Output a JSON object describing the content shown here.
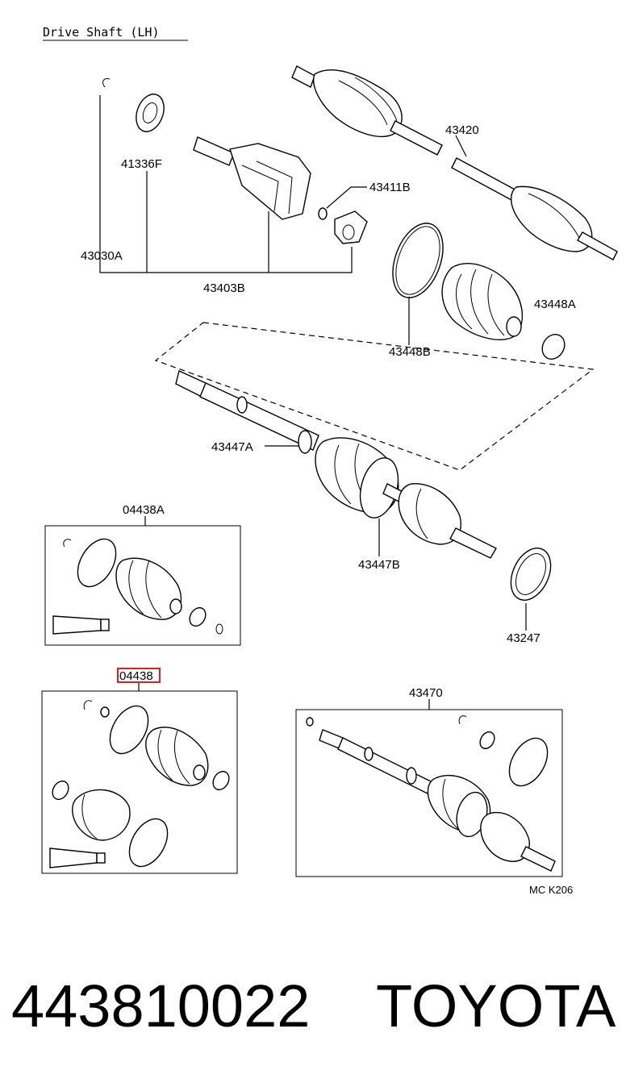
{
  "title": "Drive Shaft (LH)",
  "callouts": {
    "c43420": "43420",
    "c41336F": "41336F",
    "c43411B": "43411B",
    "c43030A": "43030A",
    "c43403B": "43403B",
    "c43448A": "43448A",
    "c43448B": "43448B",
    "c43447A": "43447A",
    "c43447B": "43447B",
    "c04438A": "04438A",
    "c04438": "04438",
    "c43470": "43470",
    "c43247": "43247"
  },
  "diagram_code": "MC K206",
  "part_number": "443810022",
  "brand": "TOYOTA",
  "highlight_color": "#e02020"
}
